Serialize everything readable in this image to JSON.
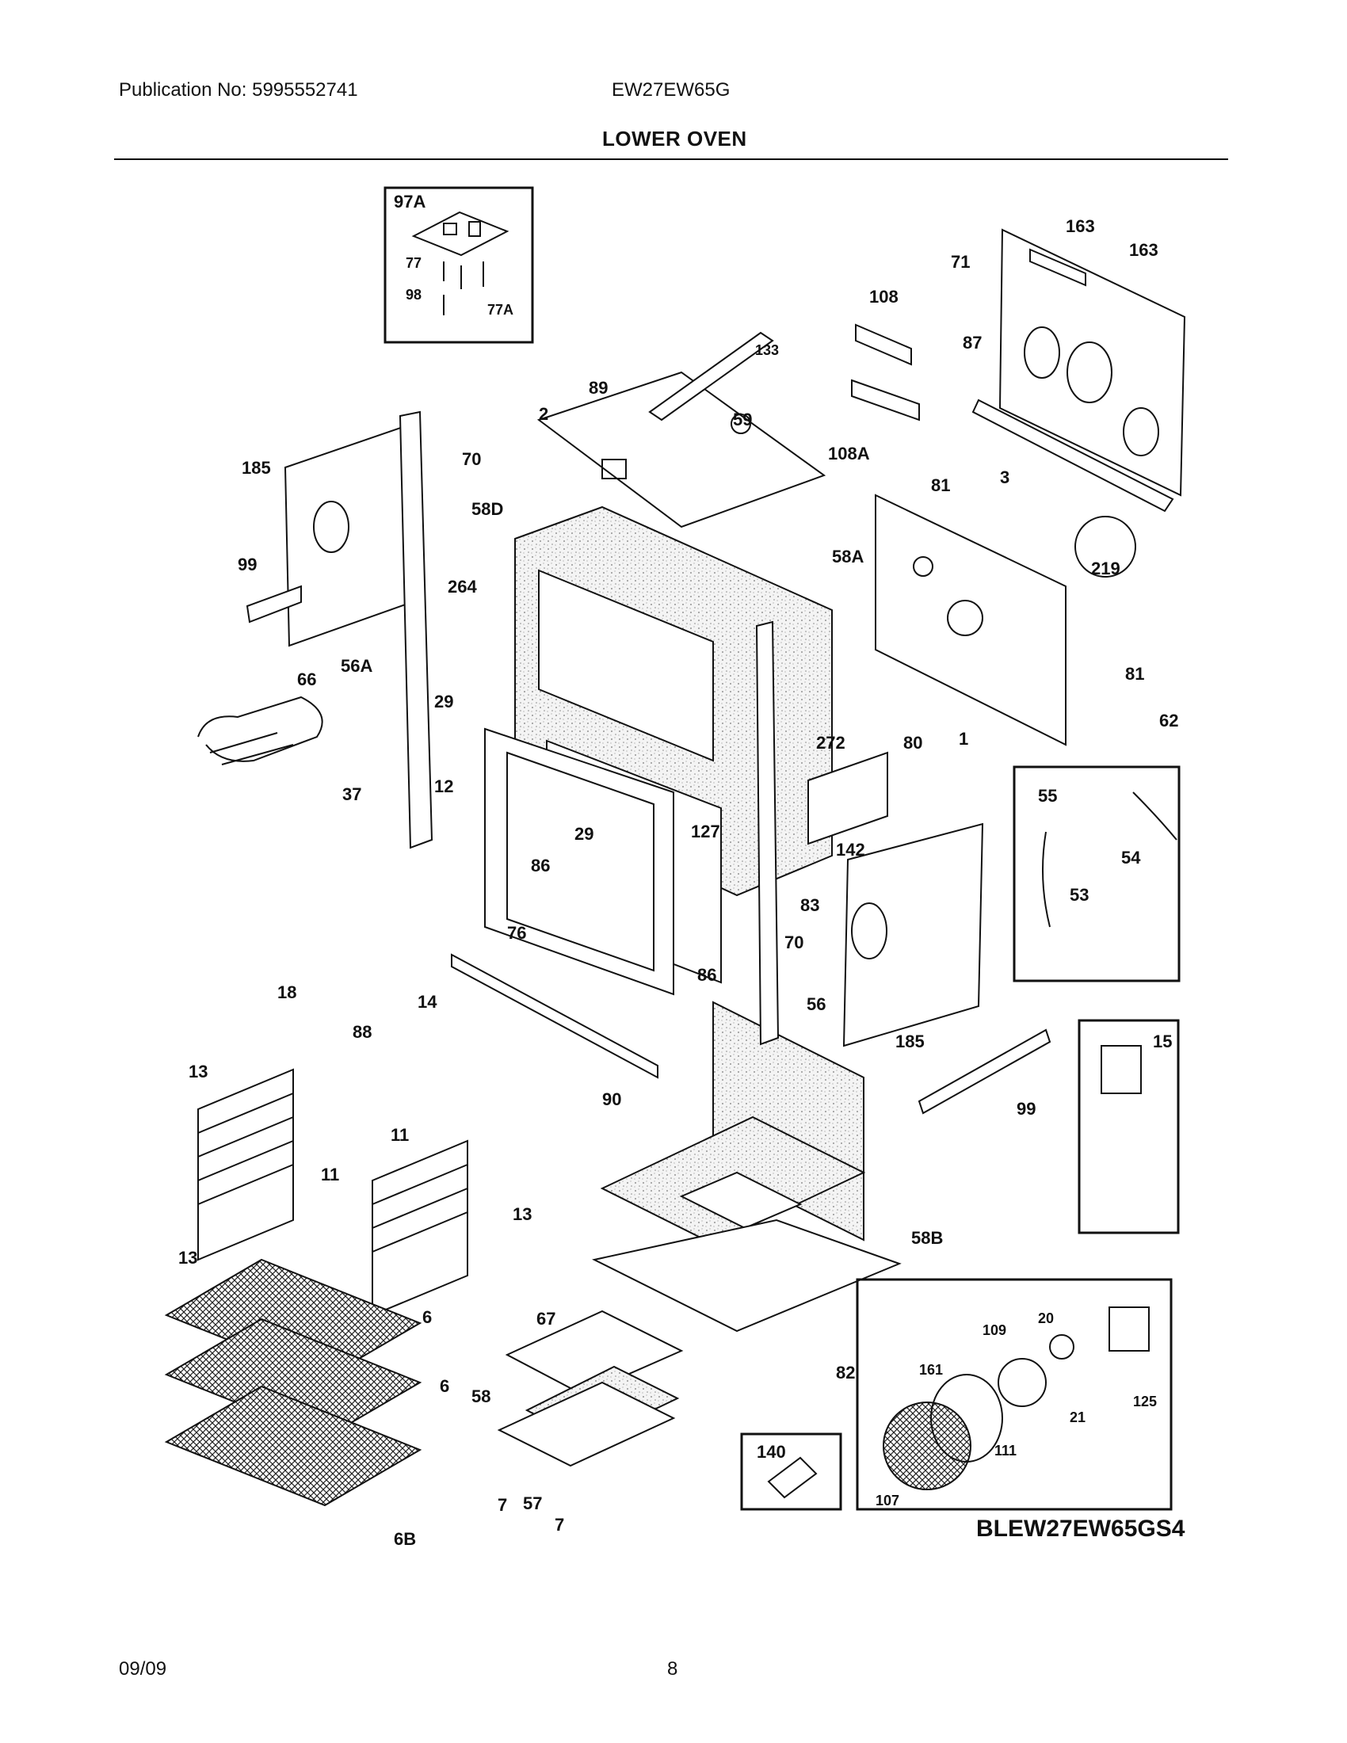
{
  "header": {
    "publication": "Publication No: 5995552741",
    "model": "EW27EW65G",
    "title": "LOWER OVEN"
  },
  "diagram_code": "BLEW27EW65GS4",
  "footer": {
    "date": "09/09",
    "page": "8"
  },
  "callouts": {
    "c97A": "97A",
    "c77": "77",
    "c98": "98",
    "c77A": "77A",
    "c133": "133",
    "c89": "89",
    "c2": "2",
    "c59": "59",
    "c108": "108",
    "c108A": "108A",
    "c163a": "163",
    "c163b": "163",
    "c71": "71",
    "c87": "87",
    "c185a": "185",
    "c70a": "70",
    "c99a": "99",
    "c58D": "58D",
    "c58A": "58A",
    "c81a": "81",
    "c3": "3",
    "c219": "219",
    "c264": "264",
    "c56A": "56A",
    "c66": "66",
    "c29a": "29",
    "c12": "12",
    "c37": "37",
    "c29b": "29",
    "c127": "127",
    "c86a": "86",
    "c76": "76",
    "c86b": "86",
    "c272": "272",
    "c80": "80",
    "c1": "1",
    "c81b": "81",
    "c62": "62",
    "c142": "142",
    "c83": "83",
    "c70b": "70",
    "c185b": "185",
    "c56": "56",
    "c55": "55",
    "c54": "54",
    "c53": "53",
    "c18": "18",
    "c14": "14",
    "c88": "88",
    "c90": "90",
    "c99b": "99",
    "c15": "15",
    "c13a": "13",
    "c11a": "11",
    "c11b": "11",
    "c13b": "13",
    "c13c": "13",
    "c58B": "58B",
    "c6a": "6",
    "c6b": "6",
    "c6B": "6B",
    "c67": "67",
    "c58": "58",
    "c7a": "7",
    "c57": "57",
    "c7b": "7",
    "c82": "82",
    "c140": "140",
    "c109": "109",
    "c20": "20",
    "c161": "161",
    "c125": "125",
    "c21": "21",
    "c111": "111",
    "c107": "107"
  }
}
